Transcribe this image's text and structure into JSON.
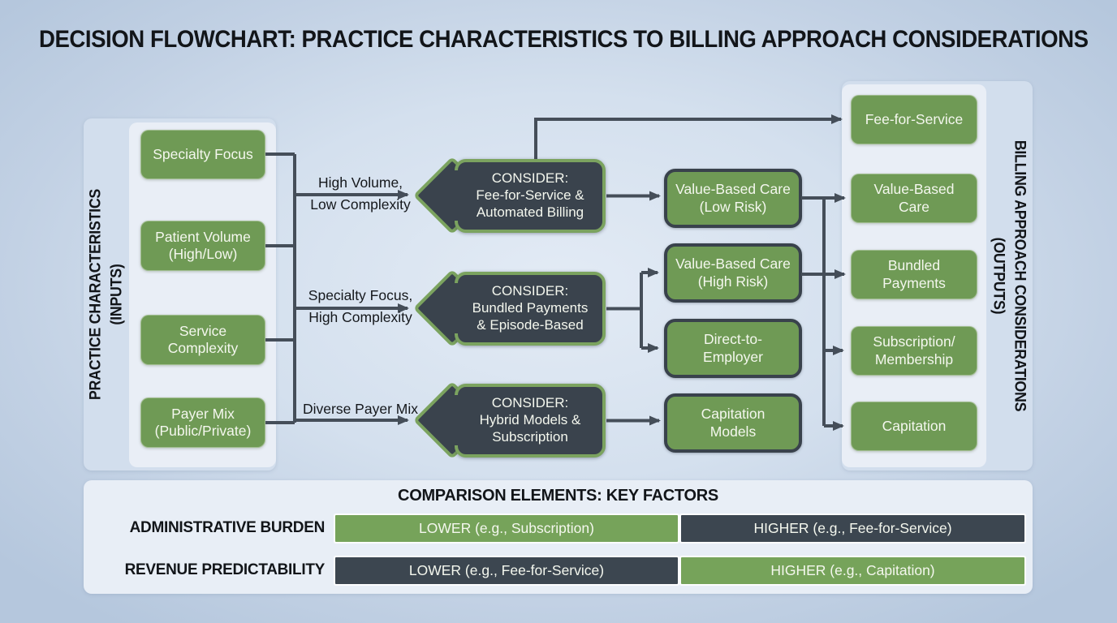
{
  "title": "DECISION FLOWCHART: PRACTICE CHARACTERISTICS TO BILLING APPROACH CONSIDERATIONS",
  "colors": {
    "green_node": "#6f9a55",
    "dark_node": "#3a434d",
    "connector": "#454e59",
    "green_border": "#7ba35f",
    "background": "#c9d7e8"
  },
  "inputs_panel": {
    "label": "PRACTICE CHARACTERISTICS\n(INPUTS)",
    "items": [
      "Specialty Focus",
      "Patient Volume\n(High/Low)",
      "Service\nComplexity",
      "Payer Mix\n(Public/Private)"
    ]
  },
  "decision_labels": [
    "High Volume,\nLow Complexity",
    "Specialty Focus,\nHigh Complexity",
    "Diverse Payer Mix"
  ],
  "consider_nodes": [
    "CONSIDER:\nFee-for-Service &\nAutomated Billing",
    "CONSIDER:\nBundled Payments\n& Episode-Based",
    "CONSIDER:\nHybrid Models &\nSubscription"
  ],
  "intermediate_nodes": [
    "Value-Based Care\n(Low Risk)",
    "Value-Based Care\n(High Risk)",
    "Direct-to-\nEmployer",
    "Capitation\nModels"
  ],
  "outputs_panel": {
    "label": "BILLING APPROACH CONSIDERATIONS\n(OUTPUTS)",
    "items": [
      "Fee-for-Service",
      "Value-Based\nCare",
      "Bundled\nPayments",
      "Subscription/\nMembership",
      "Capitation"
    ]
  },
  "comparison": {
    "title": "COMPARISON ELEMENTS: KEY FACTORS",
    "rows": [
      {
        "label": "ADMINISTRATIVE BURDEN",
        "cells": [
          {
            "text": "LOWER (e.g., Subscription)",
            "tone": "green"
          },
          {
            "text": "HIGHER (e.g., Fee-for-Service)",
            "tone": "dark"
          }
        ]
      },
      {
        "label": "REVENUE PREDICTABILITY",
        "cells": [
          {
            "text": "LOWER (e.g., Fee-for-Service)",
            "tone": "dark"
          },
          {
            "text": "HIGHER (e.g., Capitation)",
            "tone": "green"
          }
        ]
      }
    ]
  }
}
